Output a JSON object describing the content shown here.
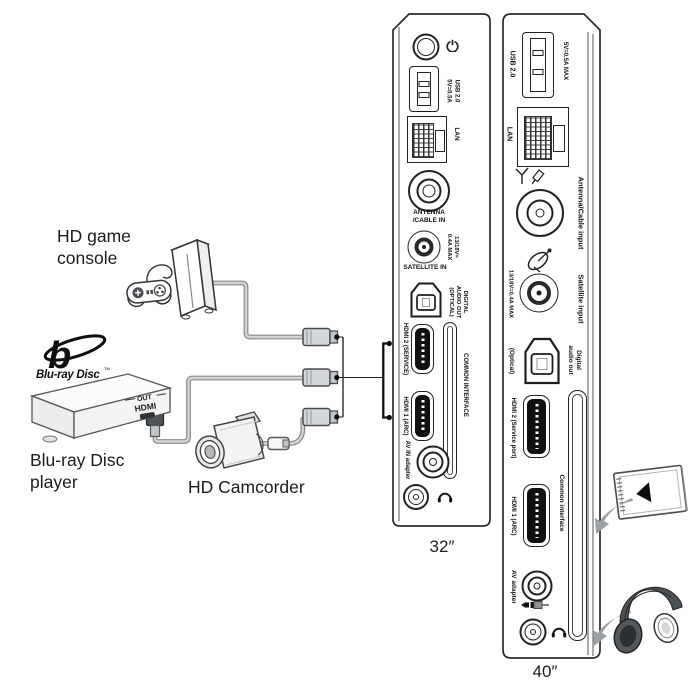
{
  "devices": {
    "game_console": {
      "label": "HD game console"
    },
    "bluray_player": {
      "label": "Blu-ray Disc player",
      "logo_b": "b",
      "logo_text": "Blu-ray Disc",
      "logo_tm": "TM",
      "out_label": "OUT",
      "hdmi_label": "HDMI"
    },
    "camcorder": {
      "label": "HD Camcorder"
    }
  },
  "panel_32": {
    "size_label": "32″",
    "usb_label": "USB 2.0\n5V=0.5A",
    "lan_label": "LAN",
    "antenna_label": "ANTENNA\n/CABLE IN",
    "satellite_rating_label": "13/18V=\n0.4A MAX",
    "satellite_label": "SATELLITE IN",
    "digital_audio_label": "DIGITAL\nAUDIO OUT\n(OPTICAL)",
    "hdmi2_label": "HDMI 2 (SERVICE)",
    "common_interface_label": "COMMON INTERFACE",
    "hdmi1_label": "HDMI 1 (ARC)",
    "av_label": "AV IN adapter"
  },
  "panel_40": {
    "size_label": "40″",
    "usb_label": "USB 2.0",
    "usb_rating_label": "5V=0.5A MAX",
    "lan_label": "LAN",
    "antenna_label": "Antenna/Cable input",
    "satellite_rating_label": "13/18V=0.4A MAX",
    "satellite_label": "Satellite input",
    "digital_audio_label": "Digital\naudio out",
    "optical_label": "(Optical)",
    "hdmi2_label": "HDMI 2 (Service port)",
    "common_interface_label": "Common interface",
    "hdmi1_label": "HDMI 1 (ARC)",
    "av_label": "AV adapter"
  },
  "colors": {
    "outline": "#222222",
    "cable_outer": "#87898b",
    "cable_inner": "#d2d5d7",
    "arrow": "#9aa0a6",
    "headphones_dark": "#4b5054"
  }
}
